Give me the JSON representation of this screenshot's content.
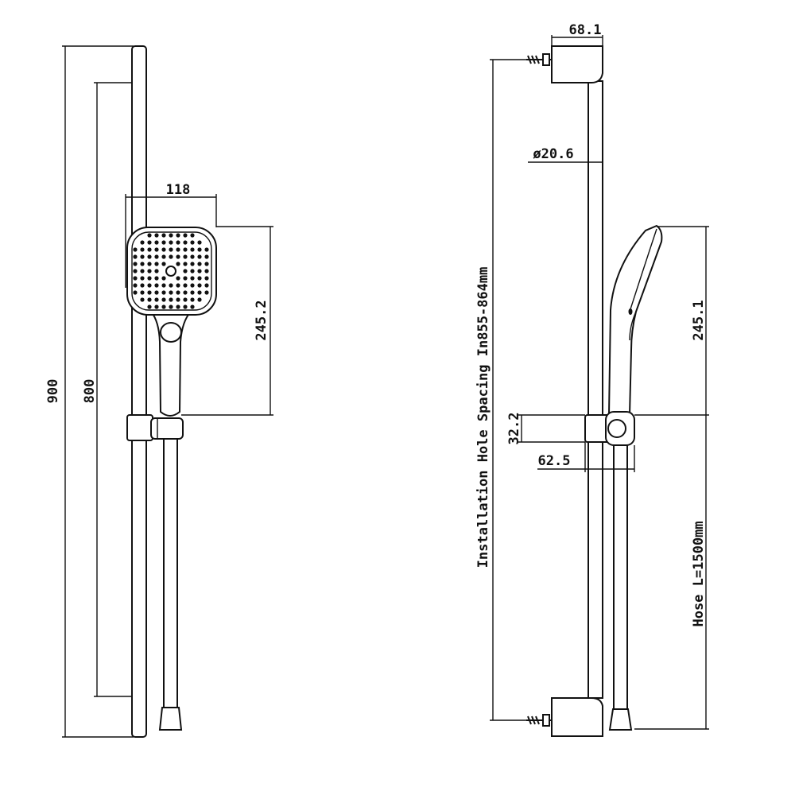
{
  "front_view": {
    "overall_length": "900",
    "hole_spacing": "800",
    "head_width": "118",
    "head_height": "245.2"
  },
  "side_view": {
    "bracket_depth": "68.1",
    "rail_diameter": "ø20.6",
    "head_height": "245.1",
    "slider_height": "32.2",
    "slider_projection": "62.5",
    "installation_note": "Installation Hole Spacing In855-864mm",
    "hose_note": "Hose  L=1500mm"
  }
}
